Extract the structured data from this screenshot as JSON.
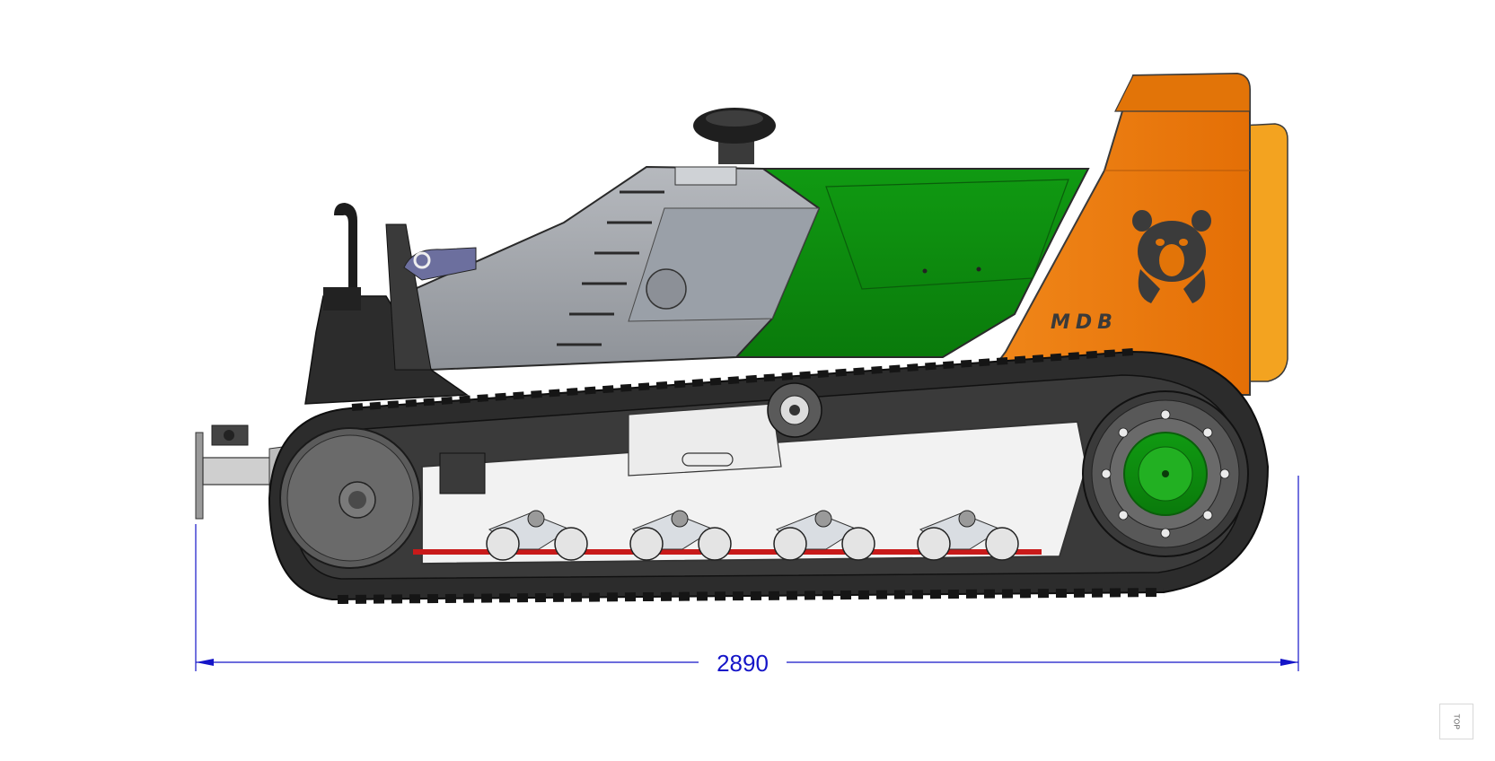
{
  "drawing": {
    "dimension_value": "2890",
    "brand_text": "MDB",
    "top_button_label": "TOP"
  },
  "colors": {
    "dimension_line": "#1515c8",
    "body_green": "#0f8f10",
    "body_gray": "#a9adb3",
    "cabin_orange": "#f07f10",
    "track_dark": "#2c2c2c",
    "frame_white": "#f2f2f2",
    "hub_green": "#22b022"
  }
}
